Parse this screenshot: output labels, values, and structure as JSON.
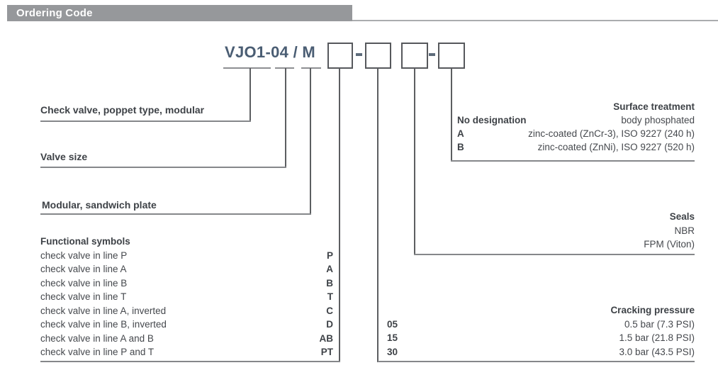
{
  "header": {
    "title": "Ordering Code",
    "bar_color": "#96989b"
  },
  "code": {
    "model": "VJO1-04 / M",
    "separator": "-",
    "accent_color": "#4a5d73",
    "box_count": 4
  },
  "branch_labels": {
    "type": "Check valve, poppet type, modular",
    "size": "Valve size",
    "modular": "Modular, sandwich plate"
  },
  "functional_symbols": {
    "title": "Functional symbols",
    "rows": [
      {
        "label": "check valve in line P",
        "code": "P"
      },
      {
        "label": "check valve in line A",
        "code": "A"
      },
      {
        "label": "check valve in line B",
        "code": "B"
      },
      {
        "label": "check valve in line T",
        "code": "T"
      },
      {
        "label": "check valve in line A, inverted",
        "code": "C"
      },
      {
        "label": "check valve in line B, inverted",
        "code": "D"
      },
      {
        "label": "check valve in line A and B",
        "code": "AB"
      },
      {
        "label": "check valve in line P and T",
        "code": "PT"
      }
    ]
  },
  "cracking_pressure": {
    "title": "Cracking pressure",
    "rows": [
      {
        "code": "05",
        "value": "0.5 bar (7.3 PSI)"
      },
      {
        "code": "15",
        "value": "1.5 bar (21.8 PSI)"
      },
      {
        "code": "30",
        "value": "3.0 bar (43.5 PSI)"
      }
    ]
  },
  "seals": {
    "title": "Seals",
    "options": [
      "NBR",
      "FPM (Viton)"
    ]
  },
  "surface_treatment": {
    "title": "Surface treatment",
    "rows": [
      {
        "code": "No designation",
        "value": "body phosphated"
      },
      {
        "code": "A",
        "value": "zinc-coated (ZnCr-3), ISO 9227 (240 h)"
      },
      {
        "code": "B",
        "value": "zinc-coated (ZnNi), ISO 9227 (520 h)"
      }
    ]
  }
}
